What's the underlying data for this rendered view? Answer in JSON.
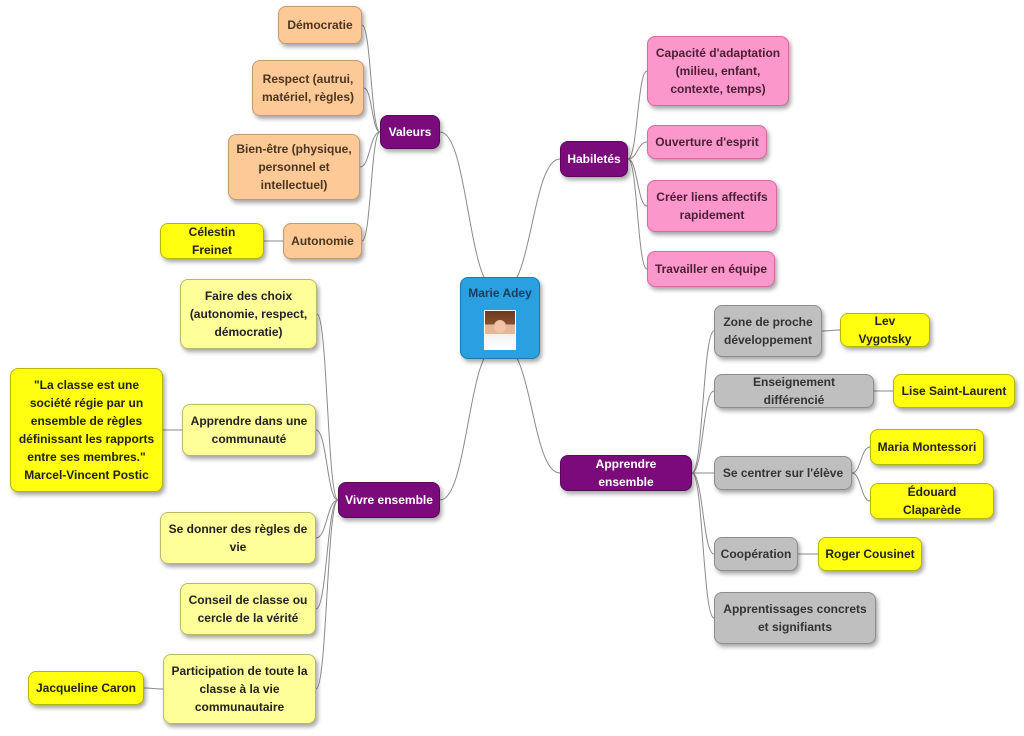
{
  "colors": {
    "link": "#8a8a8a",
    "purple": "#7b0b7b",
    "orange": "#fdc997",
    "pink": "#fc97cb",
    "lightyellow": "#ffff9a",
    "yellow": "#ffff0f",
    "gray": "#bfbfbf",
    "root": "#2aa0e0"
  },
  "root": {
    "label": "Marie Adey",
    "photo_icon": "portrait-photo"
  },
  "branches": {
    "valeurs": {
      "label": "Valeurs",
      "items": {
        "democratie": "Démocratie",
        "respect": "Respect (autrui, matériel, règles)",
        "bien_etre": "Bien-être (physique, personnel et intellectuel)",
        "autonomie": "Autonomie",
        "celestin": "Célestin Freinet"
      }
    },
    "habiletes": {
      "label": "Habiletés",
      "items": {
        "adaptation": "Capacité d'adaptation (milieu, enfant, contexte, temps)",
        "ouverture": "Ouverture d'esprit",
        "liens": "Créer liens affectifs rapidement",
        "equipe": "Travailler en équipe"
      }
    },
    "vivre": {
      "label": "Vivre ensemble",
      "items": {
        "choix": "Faire des choix (autonomie, respect, démocratie)",
        "communaute": "Apprendre dans une communauté",
        "citation": "\"La classe est une société régie par un ensemble de règles définissant les rapports entre ses membres.\" Marcel-Vincent Postic",
        "regles": "Se donner des règles de vie",
        "conseil": "Conseil de classe ou cercle de la vérité",
        "participation": "Participation de toute la classe à la vie communautaire",
        "jacqueline": "Jacqueline Caron"
      }
    },
    "apprendre": {
      "label": "Apprendre ensemble",
      "items": {
        "zone": "Zone de proche développement",
        "vygotsky": "Lev Vygotsky",
        "differencie": "Enseignement différencié",
        "saint_laurent": "Lise Saint-Laurent",
        "centrer": "Se centrer sur l'élève",
        "montessori": "Maria Montessori",
        "claparede": "Édouard Claparède",
        "cooperation": "Coopération",
        "cousinet": "Roger Cousinet",
        "concrets": "Apprentissages concrets et signifiants"
      }
    }
  }
}
